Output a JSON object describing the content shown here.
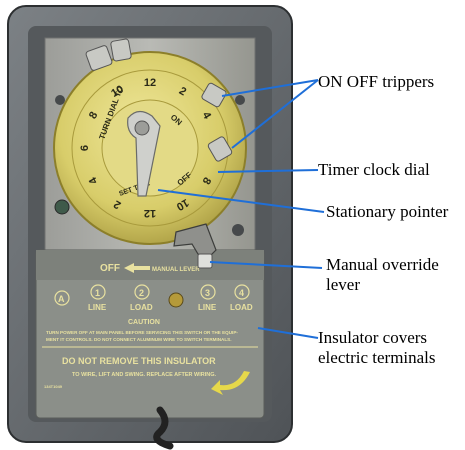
{
  "annotations": {
    "on_off_trippers": "ON OFF trippers",
    "timer_clock_dial": "Timer clock dial",
    "stationary_pointer": "Stationary pointer",
    "manual_override_line1": "Manual override",
    "manual_override_line2": "lever",
    "insulator_line1": "Insulator covers",
    "insulator_line2": "electric terminals"
  },
  "dial": {
    "label_on": "ON",
    "label_off": "OFF",
    "face_text_1": "TURN DIAL TO",
    "face_text_2": "SET TIME",
    "numbers": [
      "12",
      "2",
      "4",
      "6",
      "8",
      "10",
      "12",
      "2",
      "4",
      "6",
      "8",
      "10"
    ]
  },
  "panel": {
    "off_label": "OFF",
    "manual_label": "MANUAL LEVER",
    "terminal_a": "A",
    "terminal_1": "1",
    "terminal_2": "2",
    "terminal_3": "3",
    "terminal_4": "4",
    "line_label": "LINE",
    "load_label": "LOAD",
    "caution_title": "CAUTION",
    "caution_text_1": "TURN POWER OFF AT MAIN PANEL BEFORE SERVICING THIS SWITCH OR THE EQUIP-",
    "caution_text_2": "MENT IT CONTROLS. DO NOT CONNECT ALUMINUM WIRE TO SWITCH TERMINALS.",
    "warning_title": "DO NOT REMOVE THIS INSULATOR",
    "warning_text": "TO WIRE, LIFT AND SWING. REPLACE AFTER WIRING.",
    "part_number": "134T1049"
  },
  "colors": {
    "case_gray": "#6f7478",
    "case_dark": "#3a3d40",
    "dial_yellow": "#d8cd6a",
    "plate_gray": "#a9aaa6",
    "insulator": "#8b8f89",
    "callout_line": "#1f6fd8"
  }
}
